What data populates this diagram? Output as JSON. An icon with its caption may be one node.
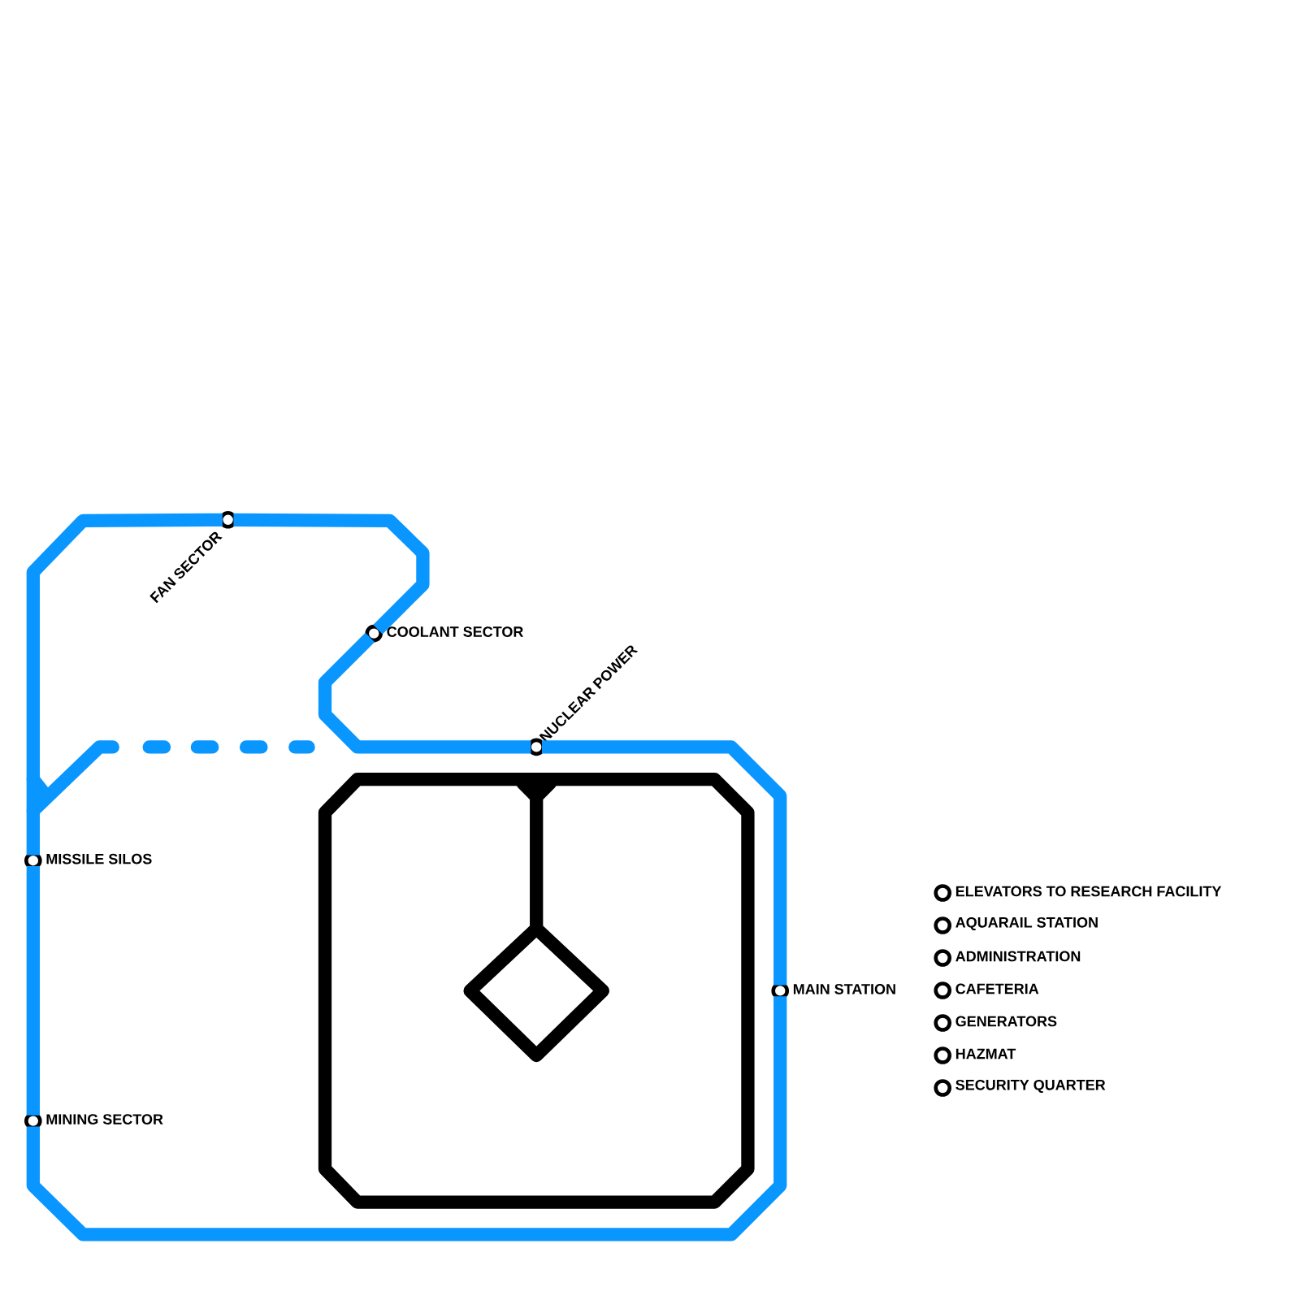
{
  "diagram": {
    "nodes": [
      {
        "text": [
          "FAN SECTOR"
        ]
      },
      {
        "text": [
          "COOLANT SECTOR"
        ]
      },
      {
        "text": [
          "NUCLEAR POWER"
        ]
      },
      {
        "text": [
          "MAIN STATION"
        ]
      },
      {
        "text": [
          "MISSILE SILOS"
        ]
      },
      {
        "text": [
          "MINING SECTOR"
        ]
      },
      {
        "text": [
          "ELEVATORS TO RESEARCH FACILITY"
        ]
      },
      {
        "text": [
          "AQUARAIL STATION"
        ]
      },
      {
        "text": [
          "ADMINISTRATION"
        ]
      },
      {
        "text": [
          "CAFETERIA"
        ]
      },
      {
        "text": [
          "GENERATORS"
        ]
      },
      {
        "text": [
          "HAZMAT"
        ]
      },
      {
        "text": [
          "SECURITY QUARTER"
        ]
      }
    ],
    "edges": [
      {
        "from": 0,
        "to": 1,
        "arrow": "none"
      },
      {
        "from": 1,
        "to": 2,
        "arrow": "none"
      },
      {
        "from": 2,
        "to": 3,
        "arrow": "none"
      },
      {
        "from": 3,
        "to": 5,
        "arrow": "none"
      },
      {
        "from": 5,
        "to": 4,
        "arrow": "none"
      },
      {
        "from": 4,
        "to": 0,
        "arrow": "none"
      }
    ]
  }
}
